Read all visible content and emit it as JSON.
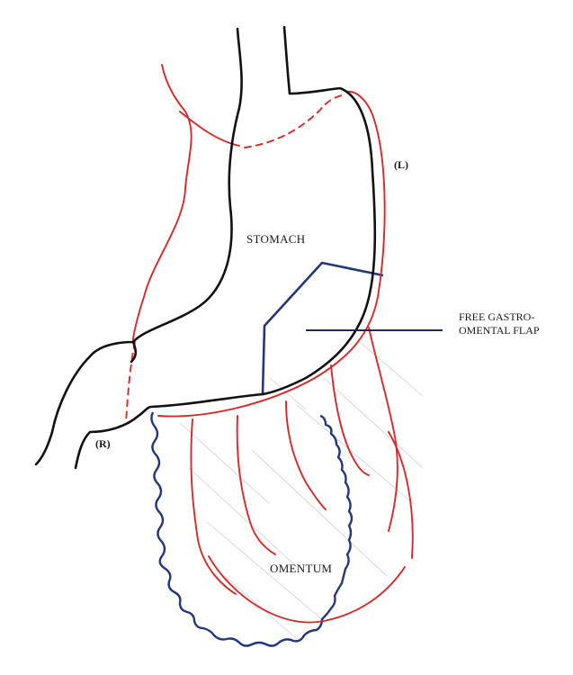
{
  "labels": {
    "stomach": "STOMACH",
    "omentum": "OMENTUM",
    "left_side": "(L)",
    "right_side": "(R)",
    "flap_line1": "FREE GASTRO-",
    "flap_line2": "OMENTAL FLAP"
  },
  "colors": {
    "stomach_outline": "#111111",
    "vessels": "#d42a2a",
    "omentum_outline": "#24377a",
    "hatching": "#c9cede"
  }
}
